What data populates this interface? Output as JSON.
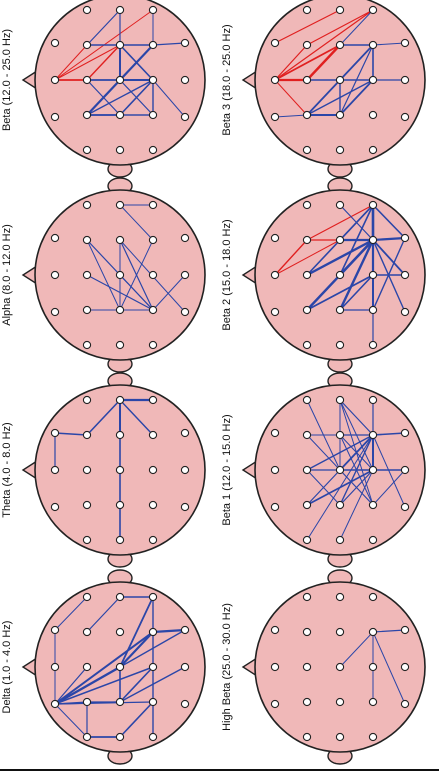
{
  "colors": {
    "head": "#f0b8b8",
    "outline": "#222222",
    "positive": "#2b46a8",
    "negative": "#e02020",
    "electrode": "#ffffff"
  },
  "panels": [
    {
      "id": "beta",
      "label": "Beta (12.0 - 25.0 Hz)",
      "edges": [
        [
          1,
          13,
          "negative",
          1.0
        ],
        [
          1,
          4,
          "negative",
          1.0
        ],
        [
          1,
          5,
          "negative",
          1.8
        ],
        [
          1,
          9,
          "negative",
          1.0
        ],
        [
          5,
          9,
          "negative",
          1.4
        ],
        [
          4,
          8,
          "positive",
          1.2
        ],
        [
          4,
          9,
          "positive",
          1.6
        ],
        [
          5,
          10,
          "positive",
          1.8
        ],
        [
          5,
          11,
          "positive",
          1.2
        ],
        [
          6,
          10,
          "positive",
          2.2
        ],
        [
          6,
          11,
          "positive",
          1.8
        ],
        [
          6,
          15,
          "positive",
          1.4
        ],
        [
          8,
          10,
          "positive",
          1.2
        ],
        [
          9,
          10,
          "positive",
          2.0
        ],
        [
          9,
          14,
          "positive",
          1.4
        ],
        [
          9,
          15,
          "positive",
          1.6
        ],
        [
          10,
          14,
          "positive",
          2.2
        ],
        [
          10,
          15,
          "positive",
          2.0
        ],
        [
          10,
          16,
          "positive",
          1.2
        ],
        [
          11,
          15,
          "positive",
          1.6
        ],
        [
          11,
          16,
          "positive",
          1.2
        ],
        [
          13,
          14,
          "positive",
          1.0
        ],
        [
          14,
          18,
          "positive",
          1.2
        ],
        [
          15,
          16,
          "positive",
          1.4
        ],
        [
          15,
          20,
          "positive",
          1.0
        ],
        [
          4,
          14,
          "positive",
          1.0
        ],
        [
          6,
          16,
          "positive",
          1.2
        ]
      ]
    },
    {
      "id": "beta3",
      "label": "Beta 3 (18.0 - 25.0 Hz)",
      "edges": [
        [
          1,
          9,
          "negative",
          1.8
        ],
        [
          1,
          5,
          "negative",
          2.2
        ],
        [
          1,
          13,
          "negative",
          1.2
        ],
        [
          4,
          13,
          "negative",
          1.2
        ],
        [
          5,
          9,
          "negative",
          2.4
        ],
        [
          0,
          8,
          "negative",
          1.2
        ],
        [
          1,
          4,
          "negative",
          1.2
        ],
        [
          1,
          6,
          "negative",
          1.0
        ],
        [
          5,
          10,
          "positive",
          1.4
        ],
        [
          6,
          10,
          "positive",
          1.8
        ],
        [
          6,
          11,
          "positive",
          2.0
        ],
        [
          9,
          14,
          "positive",
          1.4
        ],
        [
          10,
          14,
          "positive",
          1.8
        ],
        [
          10,
          15,
          "positive",
          1.6
        ],
        [
          10,
          11,
          "positive",
          1.4
        ],
        [
          11,
          15,
          "positive",
          1.8
        ],
        [
          14,
          15,
          "positive",
          1.6
        ],
        [
          15,
          19,
          "positive",
          1.2
        ],
        [
          14,
          18,
          "positive",
          1.0
        ],
        [
          6,
          15,
          "positive",
          1.4
        ],
        [
          11,
          14,
          "positive",
          1.2
        ],
        [
          9,
          13,
          "positive",
          1.0
        ],
        [
          2,
          6,
          "positive",
          1.0
        ]
      ]
    },
    {
      "id": "alpha",
      "label": "Alpha (8.0 - 12.0 Hz)",
      "edges": [
        [
          4,
          16,
          "positive",
          1.2
        ],
        [
          5,
          16,
          "positive",
          1.2
        ],
        [
          6,
          16,
          "positive",
          1.0
        ],
        [
          9,
          16,
          "positive",
          1.2
        ],
        [
          4,
          11,
          "positive",
          1.0
        ],
        [
          9,
          11,
          "positive",
          1.0
        ],
        [
          10,
          16,
          "positive",
          1.0
        ],
        [
          11,
          14,
          "positive",
          1.0
        ],
        [
          8,
          13,
          "positive",
          1.0
        ],
        [
          8,
          14,
          "positive",
          1.0
        ],
        [
          16,
          19,
          "positive",
          1.0
        ],
        [
          9,
          20,
          "positive",
          1.0
        ]
      ]
    },
    {
      "id": "beta2",
      "label": "Beta 2 (15.0 - 18.0 Hz)",
      "edges": [
        [
          1,
          4,
          "negative",
          1.4
        ],
        [
          4,
          13,
          "negative",
          1.2
        ],
        [
          4,
          14,
          "negative",
          1.2
        ],
        [
          1,
          9,
          "negative",
          1.0
        ],
        [
          5,
          14,
          "positive",
          2.4
        ],
        [
          5,
          13,
          "positive",
          1.6
        ],
        [
          6,
          14,
          "positive",
          2.4
        ],
        [
          6,
          15,
          "positive",
          1.8
        ],
        [
          10,
          14,
          "positive",
          2.4
        ],
        [
          11,
          14,
          "positive",
          2.4
        ],
        [
          15,
          14,
          "positive",
          2.2
        ],
        [
          16,
          14,
          "positive",
          2.0
        ],
        [
          9,
          14,
          "positive",
          2.2
        ],
        [
          18,
          14,
          "positive",
          2.2
        ],
        [
          19,
          14,
          "positive",
          1.8
        ],
        [
          20,
          14,
          "positive",
          1.4
        ],
        [
          13,
          18,
          "positive",
          1.6
        ],
        [
          15,
          19,
          "positive",
          1.4
        ],
        [
          11,
          15,
          "positive",
          1.6
        ],
        [
          10,
          13,
          "positive",
          1.6
        ],
        [
          9,
          13,
          "positive",
          1.6
        ],
        [
          13,
          14,
          "positive",
          2.6
        ],
        [
          16,
          18,
          "positive",
          1.4
        ],
        [
          14,
          17,
          "positive",
          1.2
        ],
        [
          11,
          16,
          "positive",
          1.2
        ],
        [
          8,
          14,
          "positive",
          1.2
        ]
      ]
    },
    {
      "id": "theta",
      "label": "Theta (4.0 - 8.0 Hz)",
      "edges": [
        [
          8,
          13,
          "positive",
          2.2
        ],
        [
          8,
          9,
          "positive",
          2.0
        ],
        [
          8,
          4,
          "positive",
          1.6
        ],
        [
          8,
          12,
          "positive",
          1.6
        ],
        [
          8,
          14,
          "positive",
          1.4
        ],
        [
          4,
          0,
          "positive",
          1.4
        ],
        [
          0,
          1,
          "positive",
          1.2
        ]
      ]
    },
    {
      "id": "beta1",
      "label": "Beta 1 (12.0 - 15.0 Hz)",
      "edges": [
        [
          5,
          10,
          "positive",
          1.2
        ],
        [
          5,
          11,
          "positive",
          1.0
        ],
        [
          5,
          14,
          "positive",
          1.4
        ],
        [
          6,
          10,
          "positive",
          1.2
        ],
        [
          6,
          15,
          "positive",
          1.6
        ],
        [
          8,
          9,
          "positive",
          1.0
        ],
        [
          8,
          10,
          "positive",
          1.0
        ],
        [
          8,
          14,
          "positive",
          1.2
        ],
        [
          8,
          15,
          "positive",
          1.0
        ],
        [
          8,
          16,
          "positive",
          1.0
        ],
        [
          9,
          14,
          "positive",
          1.2
        ],
        [
          9,
          15,
          "positive",
          1.0
        ],
        [
          9,
          16,
          "positive",
          1.0
        ],
        [
          10,
          14,
          "positive",
          1.8
        ],
        [
          10,
          15,
          "positive",
          1.6
        ],
        [
          10,
          16,
          "positive",
          1.2
        ],
        [
          11,
          14,
          "positive",
          1.4
        ],
        [
          11,
          15,
          "positive",
          1.2
        ],
        [
          13,
          14,
          "positive",
          1.2
        ],
        [
          13,
          15,
          "positive",
          1.0
        ],
        [
          14,
          15,
          "positive",
          2.0
        ],
        [
          14,
          18,
          "positive",
          1.6
        ],
        [
          15,
          19,
          "positive",
          1.4
        ],
        [
          4,
          14,
          "positive",
          1.0
        ],
        [
          4,
          10,
          "positive",
          1.0
        ],
        [
          12,
          15,
          "positive",
          1.0
        ],
        [
          16,
          19,
          "positive",
          1.0
        ],
        [
          14,
          20,
          "positive",
          1.0
        ],
        [
          7,
          14,
          "positive",
          1.0
        ],
        [
          3,
          10,
          "positive",
          1.0
        ]
      ]
    },
    {
      "id": "delta",
      "label": "Delta (1.0 - 4.0 Hz)",
      "edges": [
        [
          2,
          10,
          "positive",
          2.4
        ],
        [
          2,
          14,
          "positive",
          2.0
        ],
        [
          2,
          11,
          "positive",
          1.4
        ],
        [
          2,
          15,
          "positive",
          1.6
        ],
        [
          2,
          16,
          "positive",
          1.2
        ],
        [
          2,
          6,
          "positive",
          1.2
        ],
        [
          2,
          5,
          "positive",
          1.2
        ],
        [
          2,
          0,
          "positive",
          1.0
        ],
        [
          2,
          7,
          "positive",
          1.0
        ],
        [
          10,
          13,
          "positive",
          1.8
        ],
        [
          10,
          14,
          "positive",
          2.2
        ],
        [
          10,
          18,
          "positive",
          1.4
        ],
        [
          10,
          11,
          "positive",
          1.6
        ],
        [
          14,
          18,
          "positive",
          2.2
        ],
        [
          11,
          19,
          "positive",
          1.4
        ],
        [
          11,
          15,
          "positive",
          1.6
        ],
        [
          6,
          11,
          "positive",
          1.2
        ],
        [
          6,
          7,
          "positive",
          1.2
        ],
        [
          7,
          12,
          "positive",
          1.8
        ],
        [
          12,
          16,
          "positive",
          1.6
        ],
        [
          8,
          13,
          "positive",
          1.4
        ],
        [
          13,
          17,
          "positive",
          1.4
        ],
        [
          4,
          8,
          "positive",
          1.2
        ],
        [
          0,
          3,
          "positive",
          1.0
        ]
      ]
    },
    {
      "id": "highbeta",
      "label": "High Beta (25.0 - 30.0 Hz)",
      "edges": [
        [
          14,
          18,
          "positive",
          1.2
        ],
        [
          14,
          16,
          "positive",
          1.0
        ],
        [
          10,
          14,
          "positive",
          1.0
        ],
        [
          14,
          20,
          "positive",
          1.0
        ]
      ]
    }
  ]
}
